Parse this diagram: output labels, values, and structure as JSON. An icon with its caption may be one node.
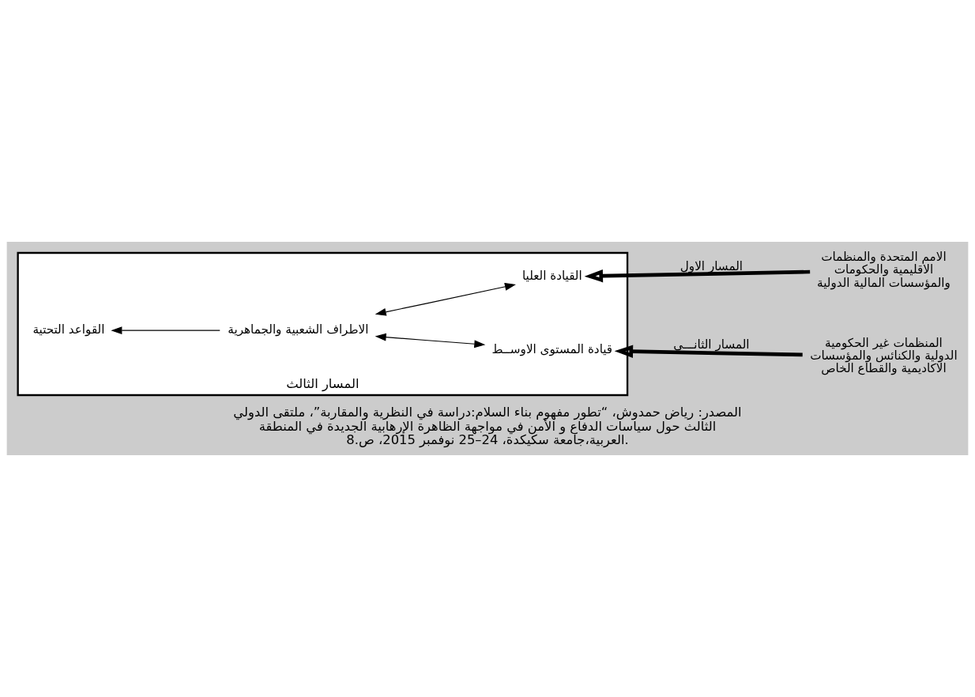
{
  "diagram": {
    "caption": "المصدر: رياض حمدوش، “تطور مفهوم بناء السلام:دراسة في النظرية والمقاربة”، ملتقى الدولي الثالث حول سياسات الدفاع و الأمن في مواجهة الظاهرة الإرهابية الجديدة في المنطقة العربية،جامعة سكيكدة، 24–25 نوفمبر 2015، ص.8.",
    "nodes": [
      {
        "text": [
          "الامم المتحدة والمنظمات الاقليمية والحكومات والمؤسسات المالية الدولية"
        ]
      },
      {
        "text": [
          "المنظمات غير الحكومية الدولية والكنائس والمؤسسات الاكاديمية والقطاع الخاص"
        ]
      },
      {
        "text": [
          "المسار الثالث"
        ]
      },
      {
        "text": [
          "القيادة العليا"
        ],
        "in": 2
      },
      {
        "text": [
          "قيادة المستوى الاوســط"
        ],
        "in": 2
      },
      {
        "text": [
          "الاطراف الشعبية والجماهرية"
        ],
        "in": 2
      },
      {
        "text": [
          "القواعد التحتية"
        ],
        "in": 2
      }
    ],
    "edges": [
      {
        "from": 0,
        "to": 3,
        "arrow": "to",
        "label": "المسار الاول",
        "style": "thick"
      },
      {
        "from": 1,
        "to": 4,
        "arrow": "to",
        "label": "المسار الثانـــي",
        "style": "thick"
      },
      {
        "from": 3,
        "to": 5,
        "arrow": "both"
      },
      {
        "from": 4,
        "to": 5,
        "arrow": "both"
      },
      {
        "from": 5,
        "to": 6,
        "arrow": "to"
      }
    ]
  }
}
